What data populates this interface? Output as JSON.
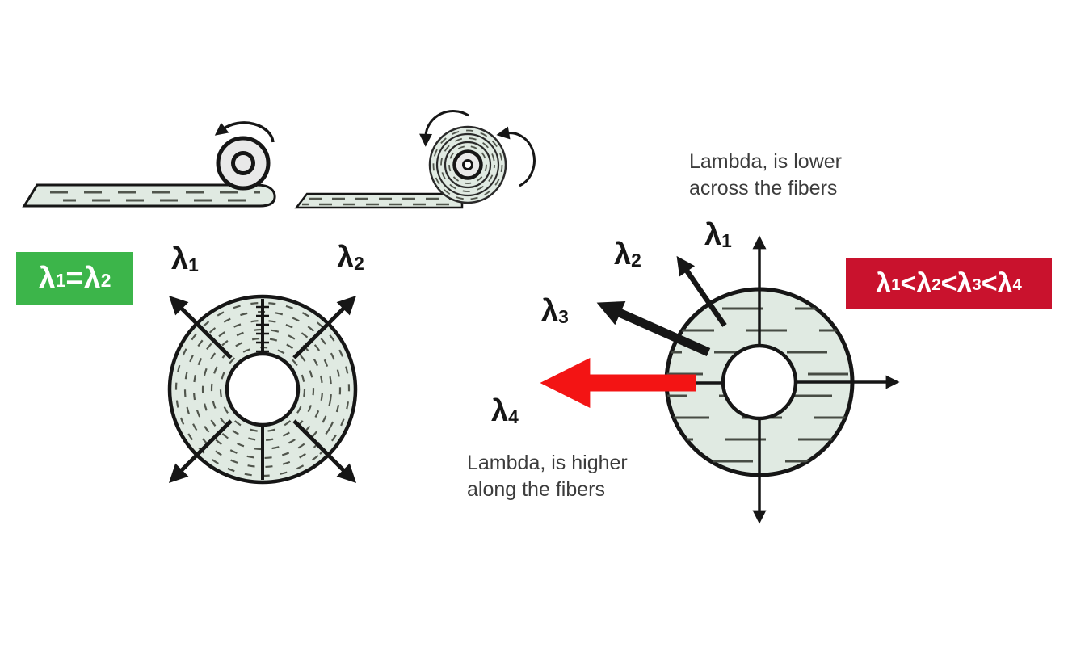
{
  "colors": {
    "accent_green": "#3cb54a",
    "accent_red": "#c9122d",
    "arrow_red": "#f31414",
    "material_green": "#e0eae2",
    "roll_gray": "#e9e9e9",
    "fiber_dash": "#51564d",
    "ink": "#161616",
    "text_gray": "#3c3c3c"
  },
  "badges": {
    "equal": {
      "segments": [
        [
          "λ"
        ],
        [
          "1",
          "sub"
        ],
        [
          " = "
        ],
        [
          "λ"
        ],
        [
          "2",
          "sub"
        ]
      ]
    },
    "inequality": {
      "segments": [
        [
          "λ"
        ],
        [
          "1",
          "sub"
        ],
        [
          " < "
        ],
        [
          "λ"
        ],
        [
          "2",
          "sub"
        ],
        [
          "<"
        ],
        [
          "λ"
        ],
        [
          "3",
          "sub"
        ],
        [
          "<"
        ],
        [
          "λ"
        ],
        [
          "4",
          "sub"
        ]
      ]
    }
  },
  "labels": {
    "left_lambda1": {
      "segments": [
        [
          "λ"
        ],
        [
          "1",
          "sub"
        ]
      ]
    },
    "left_lambda2": {
      "segments": [
        [
          "λ"
        ],
        [
          "2",
          "sub"
        ]
      ]
    },
    "right_lambda1": {
      "segments": [
        [
          "λ"
        ],
        [
          "1",
          "sub"
        ]
      ]
    },
    "right_lambda2": {
      "segments": [
        [
          "λ"
        ],
        [
          "2",
          "sub"
        ]
      ]
    },
    "right_lambda3": {
      "segments": [
        [
          "λ"
        ],
        [
          "3",
          "sub"
        ]
      ]
    },
    "right_lambda4": {
      "segments": [
        [
          "λ"
        ],
        [
          "4",
          "sub"
        ]
      ]
    }
  },
  "annotations": {
    "lower": {
      "line1": "Lambda, is lower",
      "line2": "across the fibers"
    },
    "higher": {
      "line1": "Lambda, is higher",
      "line2": "along the fibers"
    }
  }
}
